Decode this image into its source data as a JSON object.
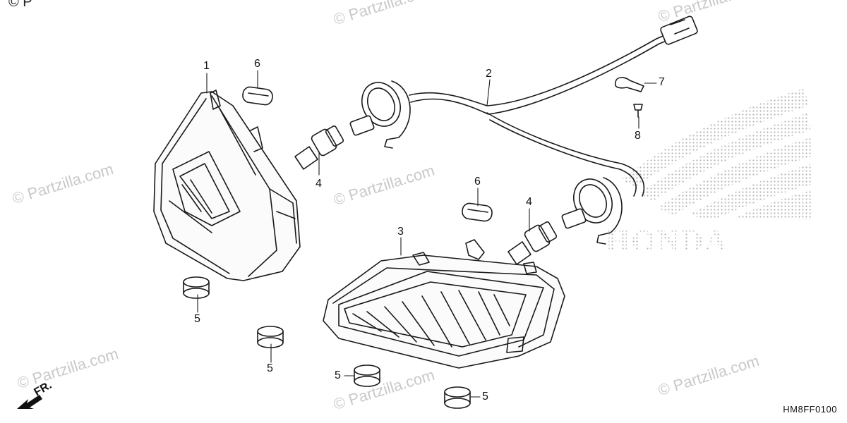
{
  "watermark": "© Partzilla.com",
  "copyright_partial": "© P",
  "diagram_code": "HM8FF0100",
  "front_indicator": "FR.",
  "brand": "HONDA",
  "callouts": [
    "1",
    "6",
    "2",
    "7",
    "8",
    "4",
    "6",
    "4",
    "3",
    "5",
    "5",
    "5",
    "5"
  ],
  "colors": {
    "line": "#1a1a1a",
    "watermark": "#c9c9c9",
    "halftone": "#b5b5b5"
  }
}
